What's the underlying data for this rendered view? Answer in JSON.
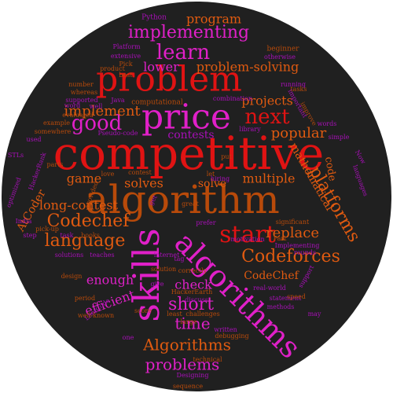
{
  "canvas": {
    "background": "#ffffff",
    "disc": "#202020"
  },
  "colors": {
    "red": "#e01313",
    "orange": "#e05a10",
    "magenta": "#e020c8",
    "violet": "#a80fb8",
    "brown": "#b84a0a",
    "dark_red": "#8e1818",
    "pink": "#c8149a"
  },
  "words": [
    {
      "text": "competitive",
      "size": 58,
      "color": "red"
    },
    {
      "text": "algorithm",
      "size": 50,
      "color": "brown"
    },
    {
      "text": "problem",
      "size": 44,
      "color": "red"
    },
    {
      "text": "price",
      "size": 44,
      "color": "magenta"
    },
    {
      "text": "skills",
      "size": 46,
      "color": "magenta"
    },
    {
      "text": "algorithms",
      "size": 38,
      "color": "magenta"
    },
    {
      "text": "start",
      "size": 30,
      "color": "red"
    },
    {
      "text": "learn",
      "size": 26,
      "color": "magenta"
    },
    {
      "text": "good",
      "size": 26,
      "color": "magenta"
    },
    {
      "text": "next",
      "size": 26,
      "color": "red"
    },
    {
      "text": "implementing",
      "size": 22,
      "color": "magenta"
    },
    {
      "text": "platforms",
      "size": 22,
      "color": "orange"
    },
    {
      "text": "language",
      "size": 22,
      "color": "orange"
    },
    {
      "text": "Codechef",
      "size": 22,
      "color": "orange"
    },
    {
      "text": "Codeforces",
      "size": 22,
      "color": "orange"
    },
    {
      "text": "short",
      "size": 22,
      "color": "magenta"
    },
    {
      "text": "Algorithms",
      "size": 20,
      "color": "orange"
    },
    {
      "text": "problems",
      "size": 20,
      "color": "magenta"
    },
    {
      "text": "time",
      "size": 20,
      "color": "magenta"
    },
    {
      "text": "popular",
      "size": 18,
      "color": "orange"
    },
    {
      "text": "implement",
      "size": 18,
      "color": "orange"
    },
    {
      "text": "replace",
      "size": 18,
      "color": "orange"
    },
    {
      "text": "program",
      "size": 16,
      "color": "orange"
    },
    {
      "text": "lower",
      "size": 16,
      "color": "magenta"
    },
    {
      "text": "problem-solving",
      "size": 16,
      "color": "orange"
    },
    {
      "text": "projects",
      "size": 16,
      "color": "orange"
    },
    {
      "text": "contests",
      "size": 14,
      "color": "violet"
    },
    {
      "text": "game",
      "size": 16,
      "color": "orange"
    },
    {
      "text": "solves",
      "size": 16,
      "color": "orange"
    },
    {
      "text": "solve",
      "size": 14,
      "color": "orange"
    },
    {
      "text": "multiple",
      "size": 16,
      "color": "orange"
    },
    {
      "text": "mathematical",
      "size": 14,
      "color": "orange"
    },
    {
      "text": "long-contest",
      "size": 16,
      "color": "orange"
    },
    {
      "text": "AtCoder",
      "size": 14,
      "color": "orange"
    },
    {
      "text": "CodeChef",
      "size": 14,
      "color": "orange"
    },
    {
      "text": "enough",
      "size": 16,
      "color": "magenta"
    },
    {
      "text": "efficient",
      "size": 16,
      "color": "magenta"
    },
    {
      "text": "check",
      "size": 16,
      "color": "magenta"
    },
    {
      "text": "code",
      "size": 13,
      "color": "orange"
    },
    {
      "text": "Python",
      "size": 9,
      "color": "violet"
    },
    {
      "text": "beginner",
      "size": 9,
      "color": "brown"
    },
    {
      "text": "Platform",
      "size": 8,
      "color": "violet"
    },
    {
      "text": "extensive",
      "size": 8,
      "color": "violet"
    },
    {
      "text": "otherwise",
      "size": 8,
      "color": "violet"
    },
    {
      "text": "Pick",
      "size": 8,
      "color": "brown"
    },
    {
      "text": "product",
      "size": 8,
      "color": "brown"
    },
    {
      "text": "best",
      "size": 8,
      "color": "brown"
    },
    {
      "text": "running",
      "size": 8,
      "color": "violet"
    },
    {
      "text": "number",
      "size": 8,
      "color": "brown"
    },
    {
      "text": "whereas",
      "size": 8,
      "color": "brown"
    },
    {
      "text": "supported",
      "size": 8,
      "color": "violet"
    },
    {
      "text": "Java",
      "size": 8,
      "color": "violet"
    },
    {
      "text": "computational",
      "size": 9,
      "color": "brown"
    },
    {
      "text": "combination",
      "size": 8,
      "color": "violet"
    },
    {
      "text": "tasks",
      "size": 8,
      "color": "brown"
    },
    {
      "text": "word",
      "size": 8,
      "color": "violet"
    },
    {
      "text": "well",
      "size": 8,
      "color": "violet"
    },
    {
      "text": "evaluated",
      "size": 8,
      "color": "brown"
    },
    {
      "text": "important",
      "size": 8,
      "color": "violet"
    },
    {
      "text": "improve",
      "size": 8,
      "color": "brown"
    },
    {
      "text": "example",
      "size": 8,
      "color": "brown"
    },
    {
      "text": "words",
      "size": 8,
      "color": "violet"
    },
    {
      "text": "library",
      "size": 8,
      "color": "violet"
    },
    {
      "text": "somewhere",
      "size": 8,
      "color": "brown"
    },
    {
      "text": "Pseudo-code",
      "size": 8,
      "color": "violet"
    },
    {
      "text": "simple",
      "size": 8,
      "color": "violet"
    },
    {
      "text": "used",
      "size": 8,
      "color": "violet"
    },
    {
      "text": "Now",
      "size": 8,
      "color": "violet"
    },
    {
      "text": "languages",
      "size": 8,
      "color": "violet"
    },
    {
      "text": "STLs",
      "size": 8,
      "color": "violet"
    },
    {
      "text": "parts",
      "size": 8,
      "color": "brown"
    },
    {
      "text": "love",
      "size": 8,
      "color": "brown"
    },
    {
      "text": "contest",
      "size": 8,
      "color": "brown"
    },
    {
      "text": "let",
      "size": 8,
      "color": "brown"
    },
    {
      "text": "put",
      "size": 8,
      "color": "brown"
    },
    {
      "text": "hiring",
      "size": 8,
      "color": "violet"
    },
    {
      "text": "HackerRank",
      "size": 8,
      "color": "violet"
    },
    {
      "text": "optimized",
      "size": 8,
      "color": "violet"
    },
    {
      "text": "provided",
      "size": 8,
      "color": "brown"
    },
    {
      "text": "get",
      "size": 8,
      "color": "violet"
    },
    {
      "text": "great",
      "size": 8,
      "color": "brown"
    },
    {
      "text": "India",
      "size": 8,
      "color": "violet"
    },
    {
      "text": "pick-up",
      "size": 8,
      "color": "brown"
    },
    {
      "text": "prefer",
      "size": 8,
      "color": "violet"
    },
    {
      "text": "significant",
      "size": 8,
      "color": "brown"
    },
    {
      "text": "books",
      "size": 8,
      "color": "brown"
    },
    {
      "text": "step",
      "size": 8,
      "color": "violet"
    },
    {
      "text": "task",
      "size": 8,
      "color": "violet"
    },
    {
      "text": "Part",
      "size": 8,
      "color": "brown"
    },
    {
      "text": "Implementing",
      "size": 8,
      "color": "violet"
    },
    {
      "text": "rounds",
      "size": 8,
      "color": "violet"
    },
    {
      "text": "solutions",
      "size": 8,
      "color": "violet"
    },
    {
      "text": "teaches",
      "size": 8,
      "color": "violet"
    },
    {
      "text": "tag",
      "size": 8,
      "color": "violet"
    },
    {
      "text": "internet",
      "size": 8,
      "color": "violet"
    },
    {
      "text": "solution",
      "size": 8,
      "color": "brown"
    },
    {
      "text": "correctly",
      "size": 8,
      "color": "brown"
    },
    {
      "text": "real-world",
      "size": 8,
      "color": "violet"
    },
    {
      "text": "support",
      "size": 8,
      "color": "violet"
    },
    {
      "text": "design",
      "size": 8,
      "color": "brown"
    },
    {
      "text": "HackerEarth",
      "size": 8,
      "color": "brown"
    },
    {
      "text": "statement",
      "size": 8,
      "color": "violet"
    },
    {
      "text": "give",
      "size": 8,
      "color": "violet"
    },
    {
      "text": "period",
      "size": 8,
      "color": "brown"
    },
    {
      "text": "discuss",
      "size": 8,
      "color": "violet"
    },
    {
      "text": "speed",
      "size": 8,
      "color": "brown"
    },
    {
      "text": "LeetCode",
      "size": 8,
      "color": "violet"
    },
    {
      "text": "well-known",
      "size": 8,
      "color": "brown"
    },
    {
      "text": "score",
      "size": 8,
      "color": "brown"
    },
    {
      "text": "least",
      "size": 8,
      "color": "brown"
    },
    {
      "text": "methods",
      "size": 8,
      "color": "violet"
    },
    {
      "text": "challenges",
      "size": 8,
      "color": "brown"
    },
    {
      "text": "large",
      "size": 8,
      "color": "brown"
    },
    {
      "text": "may",
      "size": 8,
      "color": "violet"
    },
    {
      "text": "written",
      "size": 8,
      "color": "violet"
    },
    {
      "text": "one",
      "size": 8,
      "color": "violet"
    },
    {
      "text": "debugging",
      "size": 8,
      "color": "brown"
    },
    {
      "text": "technical",
      "size": 8,
      "color": "brown"
    },
    {
      "text": "Designing",
      "size": 8,
      "color": "violet"
    },
    {
      "text": "sequence",
      "size": 8,
      "color": "brown"
    },
    {
      "text": "motivation",
      "size": 8,
      "color": "violet"
    }
  ]
}
